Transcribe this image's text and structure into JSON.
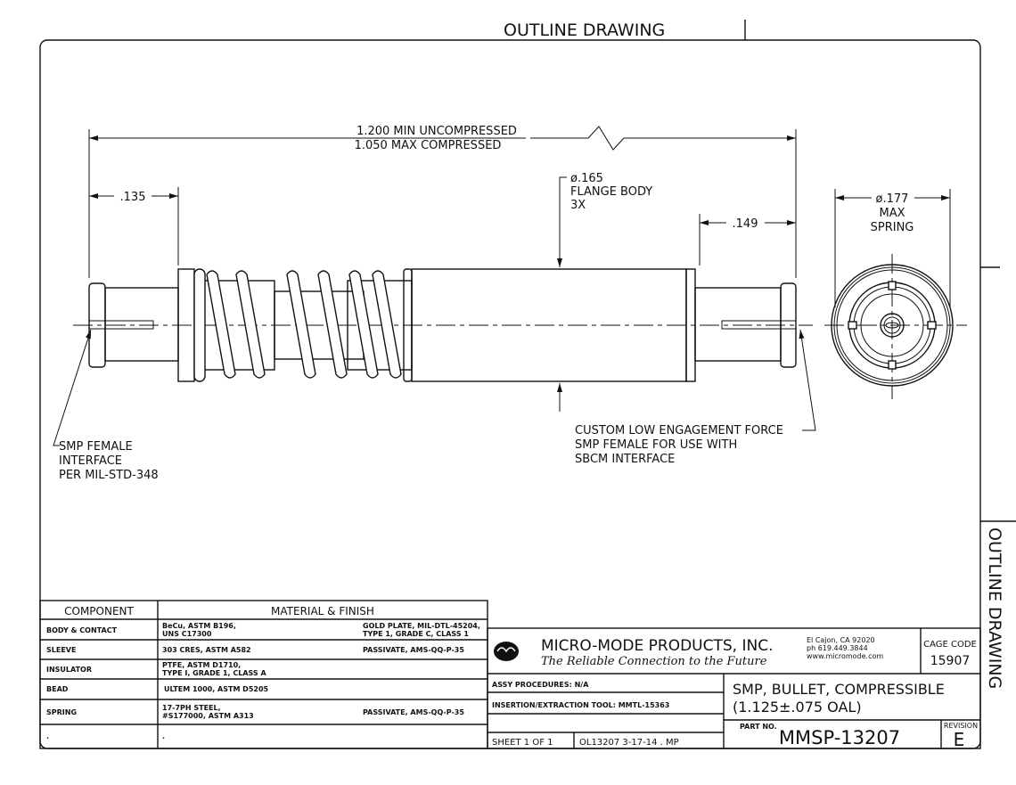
{
  "sheet_title": "OUTLINE DRAWING",
  "side_title": "OUTLINE DRAWING",
  "dimensions": {
    "overall_line1": "1.200 MIN UNCOMPRESSED",
    "overall_line2": "1.050 MAX COMPRESSED",
    "left_end": ".135",
    "right_end": ".149",
    "flange": [
      "ø.165",
      "FLANGE BODY",
      "3X"
    ],
    "spring": [
      "ø.177",
      "MAX",
      "SPRING"
    ]
  },
  "callouts": {
    "left": [
      "SMP FEMALE",
      "INTERFACE",
      "PER MIL-STD-348"
    ],
    "right": [
      "CUSTOM LOW ENGAGEMENT FORCE",
      "SMP FEMALE FOR USE WITH",
      "SBCM INTERFACE"
    ]
  },
  "materials": {
    "headers": [
      "COMPONENT",
      "MATERIAL & FINISH"
    ],
    "rows": [
      {
        "component": "BODY & CONTACT",
        "material": [
          "BeCu, ASTM B196,",
          "UNS C17300"
        ],
        "finish": [
          "GOLD PLATE, MIL-DTL-45204,",
          "TYPE 1, GRADE C, CLASS 1"
        ]
      },
      {
        "component": "SLEEVE",
        "material": [
          "303 CRES, ASTM A582"
        ],
        "finish": [
          "PASSIVATE, AMS-QQ-P-35"
        ]
      },
      {
        "component": "INSULATOR",
        "material": [
          "PTFE, ASTM D1710,",
          "TYPE I, GRADE 1, CLASS A"
        ],
        "finish": []
      },
      {
        "component": "BEAD",
        "material": [
          "ULTEM 1000, ASTM D5205"
        ],
        "finish": []
      },
      {
        "component": "SPRING",
        "material": [
          "17-7PH STEEL,",
          "#S177000, ASTM A313"
        ],
        "finish": [
          "PASSIVATE, AMS-QQ-P-35"
        ]
      },
      {
        "component": ".",
        "material": [
          "."
        ],
        "finish": []
      }
    ]
  },
  "title_block": {
    "company": "MICRO-MODE PRODUCTS, INC.",
    "tagline": "The Reliable Connection to the Future",
    "address": [
      "El Cajon, CA  92020",
      "ph  619.449.3844",
      "www.micromode.com"
    ],
    "cage_label": "CAGE CODE",
    "cage_code": "15907",
    "assy": "ASSY PROCEDURES: N/A",
    "tool": "INSERTION/EXTRACTION TOOL: MMTL-15363",
    "description": [
      "SMP, BULLET, COMPRESSIBLE",
      "(1.125±.075 OAL)"
    ],
    "part_label": "PART NO.",
    "part_no": "MMSP-13207",
    "rev_label": "REVISION",
    "revision": "E",
    "sheet": "SHEET  1  OF  1",
    "drawing_ref": "OL13207  3-17-14    .  MP"
  }
}
